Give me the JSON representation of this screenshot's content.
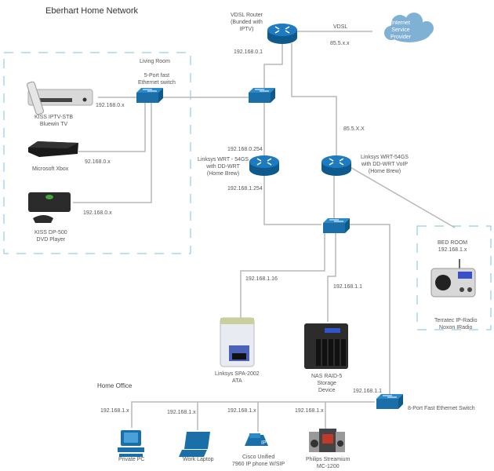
{
  "title": "Eberhart Home Network",
  "isp": {
    "label": "Internet Service Provider",
    "line1": "Internet",
    "line2": "Service",
    "line3": "Provider",
    "link_label": "VDSL",
    "wan_ip": "85.5.x.x"
  },
  "vdsl_router": {
    "line1": "VDSL Router",
    "line2": "(Bunded with",
    "line3": "IPTV)",
    "ip": "192.168.0.1"
  },
  "living_room": {
    "title": "Living Room",
    "switch": {
      "line1": "5-Port fast",
      "line2": "Ethernet switch"
    },
    "devices": [
      {
        "line1": "KISS IPTV-STB",
        "line2": "Bluewin TV",
        "ip": "192.168.0.x"
      },
      {
        "line1": "Microsoft Xbox",
        "line2": "",
        "ip": "92.168.0.x"
      },
      {
        "line1": "KISS DP-500",
        "line2": "DVD Player",
        "ip": "192.168.0.x"
      }
    ]
  },
  "router_left": {
    "line1": "Linksys WRT - 54GS",
    "line2": "with DD-WRT",
    "line3": "(Home Brew)",
    "ip_top": "192.168.0.254",
    "ip_bottom": "192.168.1.254"
  },
  "router_right": {
    "line1": "Linksys WRT-54GS",
    "line2": "with DD-WRT VoIP",
    "line3": "(Home Brew)",
    "ip_top": "85.5.X.X"
  },
  "ata": {
    "line1": "Linksys SPA-2002",
    "line2": "ATA",
    "ip": "192.168.1.16"
  },
  "nas": {
    "line1": "NAS RAID-5",
    "line2": "Storage",
    "line3": "Device",
    "ip": "192.168.1.1"
  },
  "bed_room": {
    "title": "BED ROOM",
    "ip": "192.168.1.x",
    "device_line1": "Terratec IP-Radio",
    "device_line2": "Noxon IRadio"
  },
  "home_office": {
    "title": "Home Office",
    "switch": {
      "label": "8-Port Fast Ethernet Switch",
      "ip": "192.168.1.1"
    },
    "devices": [
      {
        "line1": "Private PC",
        "line2": "",
        "ip": "192.168.1.x"
      },
      {
        "line1": "Work Laptop",
        "line2": "",
        "ip": "192.168.1.x"
      },
      {
        "line1": "Cisco Unified",
        "line2": "7960 IP phone W/SIP",
        "ip": "192.168.1.x"
      },
      {
        "line1": "Philips Streamium",
        "line2": "MC-1200",
        "ip": "192.168.1.x"
      }
    ]
  },
  "colors": {
    "device_blue": "#1a6fa8",
    "cloud": "#7fb1d4",
    "zone_border": "#7cc2e3",
    "line": "#b8b8b8"
  }
}
